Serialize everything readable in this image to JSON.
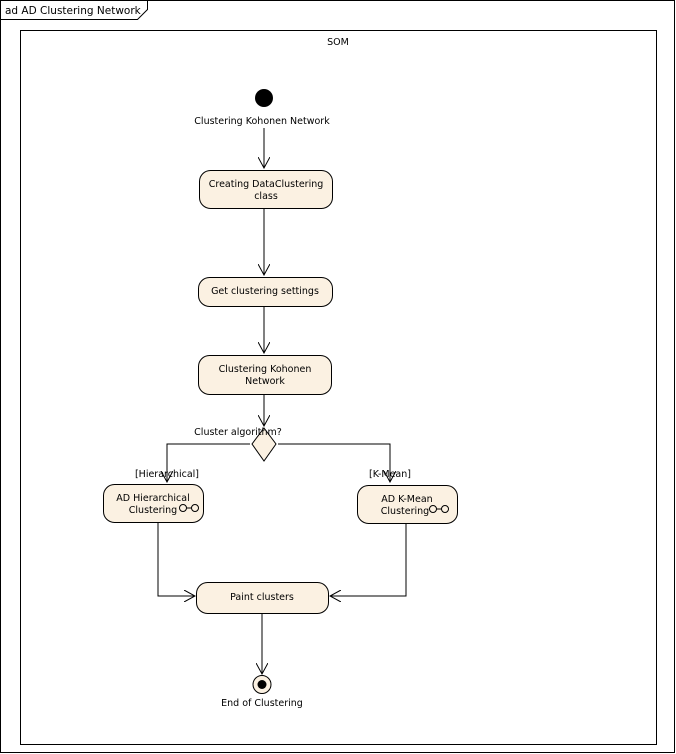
{
  "frame": {
    "title": "ad AD Clustering Network"
  },
  "partition": {
    "label": "SOM"
  },
  "initial": {
    "label": "Clustering Kohonen Network"
  },
  "actions": {
    "create": {
      "line1": "Creating DataClustering",
      "line2": "class"
    },
    "settings": {
      "line1": "Get clustering settings"
    },
    "kohonen": {
      "line1": "Clustering Kohonen",
      "line2": "Network"
    },
    "hierarchical": {
      "line1": "AD Hierarchical",
      "line2": "Clustering"
    },
    "kmean": {
      "line1": "AD K-Mean",
      "line2": "Clustering"
    },
    "paint": {
      "line1": "Paint clusters"
    }
  },
  "decision": {
    "label": "Cluster algorithm?"
  },
  "guards": {
    "left": "[Hierarchical]",
    "right": "[K-Mean]"
  },
  "final": {
    "label": "End of Clustering"
  },
  "colors": {
    "node_fill": "#fbf1e2",
    "stroke": "#000000",
    "background": "#ffffff"
  }
}
